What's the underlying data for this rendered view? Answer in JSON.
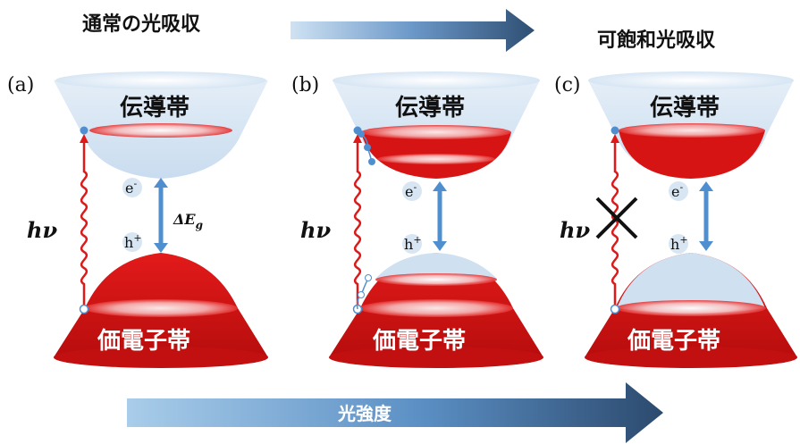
{
  "header": {
    "normal_label": "通常の光吸収",
    "saturable_label": "可飽和光吸収"
  },
  "panels": [
    {
      "letter": "(a)",
      "conduction_label": "伝導帯",
      "valence_label": "価電子帯",
      "electron_label": "e",
      "electron_sup": "-",
      "hole_label": "h",
      "hole_sup": "+",
      "photon_label": "hν",
      "gap_label_delta": "ΔE",
      "gap_label_sub": "g"
    },
    {
      "letter": "(b)",
      "conduction_label": "伝導帯",
      "valence_label": "価電子帯",
      "electron_label": "e",
      "electron_sup": "-",
      "hole_label": "h",
      "hole_sup": "+",
      "photon_label": "hν"
    },
    {
      "letter": "(c)",
      "conduction_label": "伝導帯",
      "valence_label": "価電子帯",
      "electron_label": "e",
      "electron_sup": "-",
      "hole_label": "h",
      "hole_sup": "+",
      "photon_label": "hν"
    }
  ],
  "footer": {
    "intensity_label": "光強度"
  },
  "colors": {
    "band_red": "#d61414",
    "band_red_dark": "#a50b0b",
    "band_light_blue": "#d6e6f5",
    "arrow_blue": "#4f8fcf",
    "wave_red": "#e01818"
  }
}
